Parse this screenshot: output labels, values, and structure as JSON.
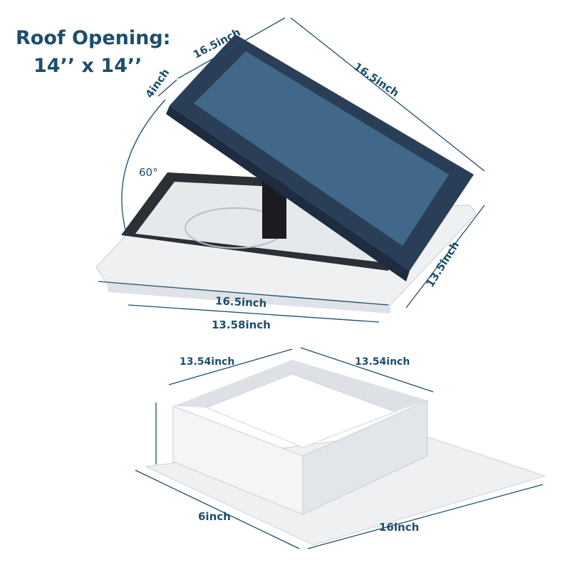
{
  "title": {
    "line1": "Roof Opening:",
    "line2": "14’’ x 14’’"
  },
  "vent_dimensions": {
    "lid_width": "16.5inch",
    "lid_height": "4inch",
    "lid_depth": "16.5inch",
    "open_angle": "60°",
    "side_depth": "13.5inch",
    "base_width": "16.5inch",
    "inner_width": "13.58inch"
  },
  "extension_dimensions": {
    "left_width": "13.54inch",
    "right_width": "13.54inch",
    "height": "6inch",
    "flange_width": "16inch"
  },
  "colors": {
    "label": "#1d4e6b",
    "lid": "#2a3f57",
    "plate": "#eef0f2"
  }
}
